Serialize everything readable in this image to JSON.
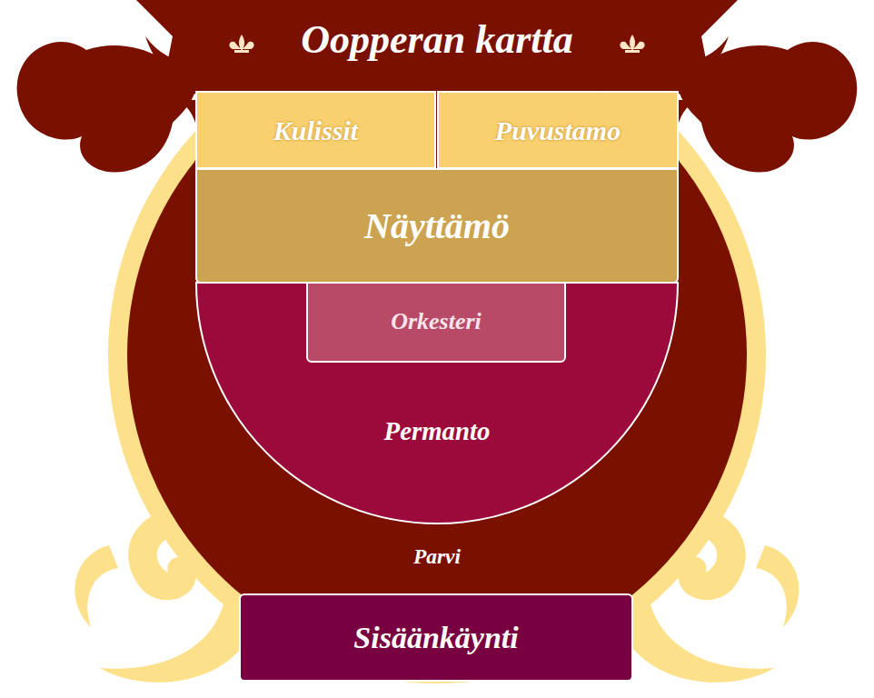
{
  "diagram": {
    "title": "Oopperan kartta",
    "nodes": [
      {
        "text": [
          "Kulissit"
        ]
      },
      {
        "text": [
          "Puvustamo"
        ]
      },
      {
        "text": [
          "Näyttämö"
        ]
      },
      {
        "text": [
          "Parvi"
        ]
      },
      {
        "text": [
          "Permanto"
        ],
        "in": 3
      },
      {
        "text": [
          "Orkesteri"
        ],
        "in": 4
      },
      {
        "text": [
          "Sisäänkäynti"
        ]
      }
    ]
  }
}
